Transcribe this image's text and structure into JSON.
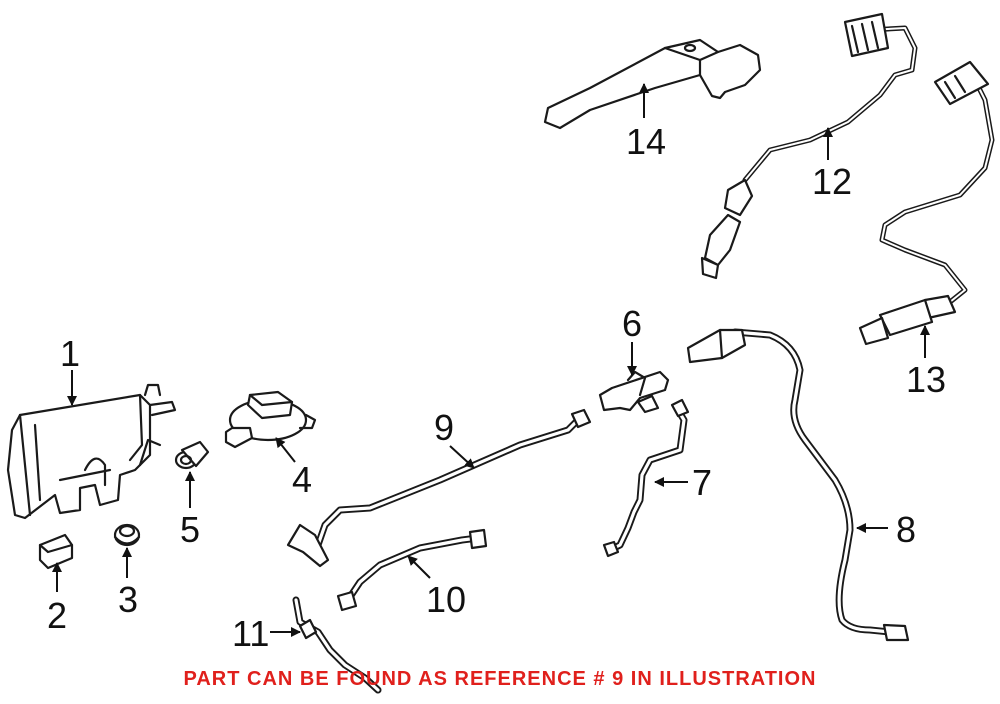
{
  "diagram": {
    "callouts": [
      {
        "id": "1",
        "label": "1"
      },
      {
        "id": "2",
        "label": "2"
      },
      {
        "id": "3",
        "label": "3"
      },
      {
        "id": "4",
        "label": "4"
      },
      {
        "id": "5",
        "label": "5"
      },
      {
        "id": "6",
        "label": "6"
      },
      {
        "id": "7",
        "label": "7"
      },
      {
        "id": "8",
        "label": "8"
      },
      {
        "id": "9",
        "label": "9"
      },
      {
        "id": "10",
        "label": "10"
      },
      {
        "id": "11",
        "label": "11"
      },
      {
        "id": "12",
        "label": "12"
      },
      {
        "id": "13",
        "label": "13"
      },
      {
        "id": "14",
        "label": "14"
      }
    ],
    "notice": "PART CAN BE FOUND AS REFERENCE # 9 IN ILLUSTRATION",
    "notice_color": "#e0201c",
    "line_color": "#1a1a1a"
  }
}
